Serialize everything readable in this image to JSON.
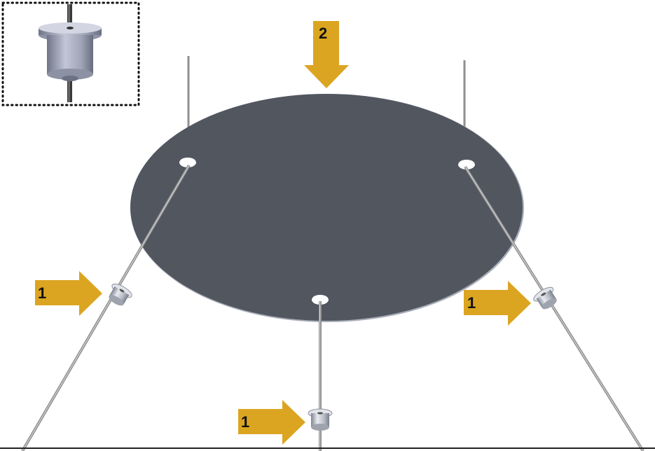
{
  "callouts": [
    {
      "id": "arrow-left",
      "number": "1"
    },
    {
      "id": "arrow-right",
      "number": "1"
    },
    {
      "id": "arrow-bottom",
      "number": "1"
    },
    {
      "id": "arrow-top",
      "number": "2"
    }
  ],
  "colors": {
    "disc": "#4f545e",
    "disc_edge": "#9aa0ab",
    "arrow": "#dba521",
    "cable": "#9a9a9a",
    "fitting": "#c9ccd3",
    "inset_border": "#111111"
  },
  "icons": [
    "cable-gripper-icon",
    "suspension-disc",
    "downward-arrow-icon",
    "right-arrow-icon"
  ]
}
